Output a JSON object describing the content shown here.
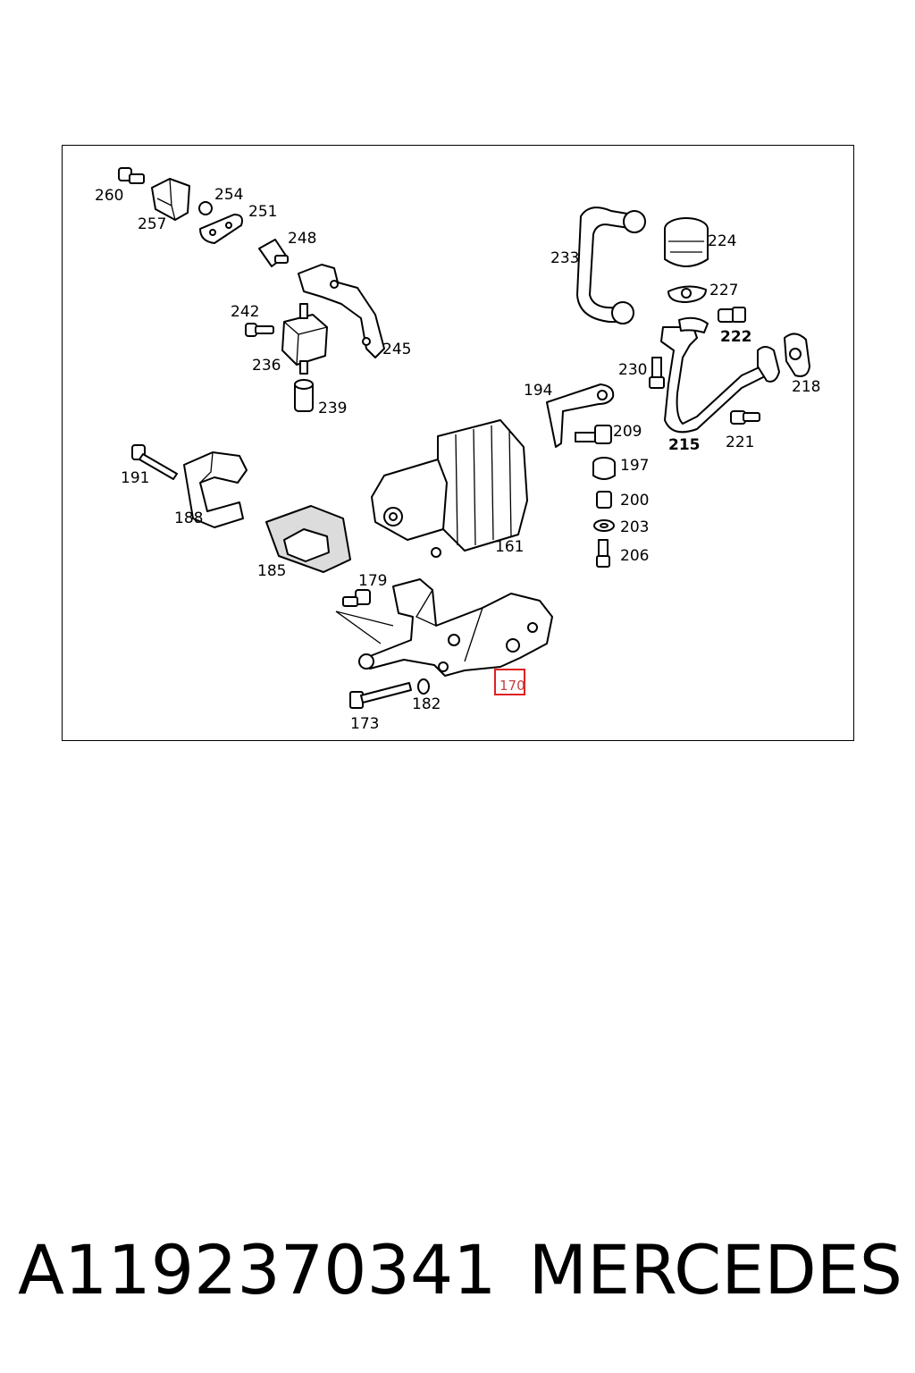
{
  "callouts": {
    "c260": "260",
    "c257": "257",
    "c254": "254",
    "c251": "251",
    "c248": "248",
    "c242": "242",
    "c236": "236",
    "c239": "239",
    "c245": "245",
    "c233": "233",
    "c224": "224",
    "c227": "227",
    "c222": "222",
    "c230": "230",
    "c218": "218",
    "c194": "194",
    "c209": "209",
    "c215": "215",
    "c221": "221",
    "c197": "197",
    "c200": "200",
    "c203": "203",
    "c206": "206",
    "c191": "191",
    "c188": "188",
    "c185": "185",
    "c161": "161",
    "c179": "179",
    "c170": "170",
    "c182": "182",
    "c173": "173"
  },
  "caption": {
    "part_number": "A1192370341",
    "brand": "MERCEDES"
  },
  "colors": {
    "highlight": "#e02020"
  }
}
